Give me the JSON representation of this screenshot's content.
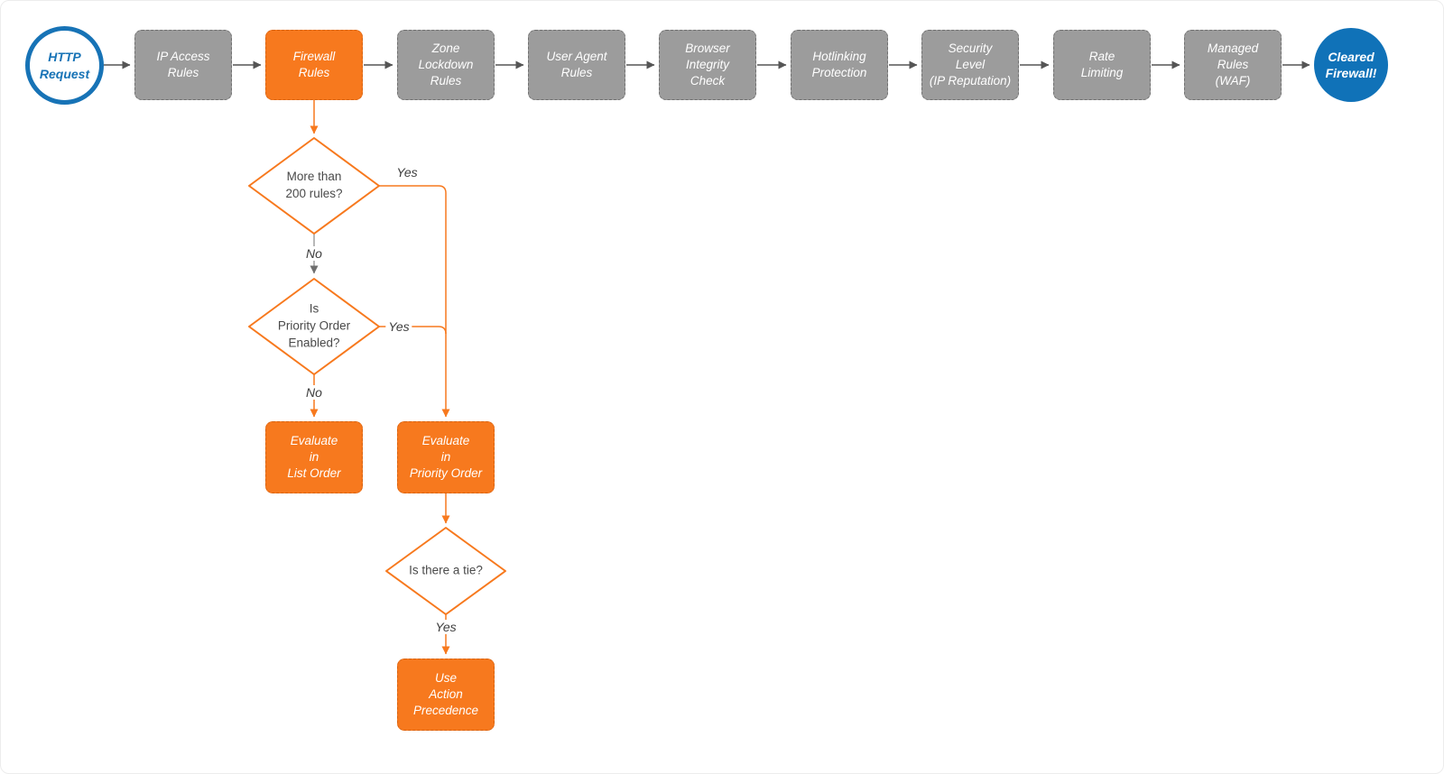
{
  "colors": {
    "orange": "#F7791E",
    "gray_node": "#9C9C9C",
    "blue": "#1773B6",
    "blue_fill": "#1072B8",
    "edge_dark": "#555555",
    "edge_gray": "#6e6e6e",
    "text_dark": "#4a4a4a"
  },
  "pipeline": [
    {
      "label": "HTTP\nRequest"
    },
    {
      "label": "IP Access\nRules"
    },
    {
      "label": "Firewall\nRules"
    },
    {
      "label": "Zone\nLockdown\nRules"
    },
    {
      "label": "User Agent\nRules"
    },
    {
      "label": "Browser\nIntegrity\nCheck"
    },
    {
      "label": "Hotlinking\nProtection"
    },
    {
      "label": "Security\nLevel\n(IP Reputation)"
    },
    {
      "label": "Rate\nLimiting"
    },
    {
      "label": "Managed\nRules\n(WAF)"
    },
    {
      "label": "Cleared\nFirewall!"
    }
  ],
  "decisions": {
    "rules_count": {
      "label": "More than\n200 rules?",
      "yes": "Yes",
      "no": "No"
    },
    "priority_enabled": {
      "label": "Is\nPriority Order\nEnabled?",
      "yes": "Yes",
      "no": "No"
    },
    "tie": {
      "label": "Is there a tie?",
      "yes": "Yes"
    }
  },
  "processes": {
    "list_order": {
      "label": "Evaluate\nin\nList Order"
    },
    "priority_order": {
      "label": "Evaluate\nin\nPriority Order"
    },
    "action_precedence": {
      "label": "Use\nAction\nPrecedence"
    }
  }
}
